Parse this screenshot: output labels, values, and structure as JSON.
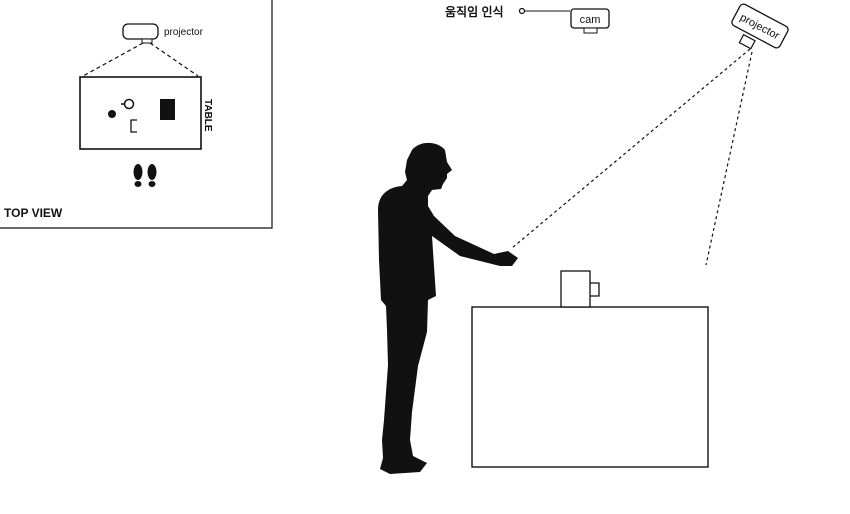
{
  "top_view": {
    "caption": "TOP VIEW",
    "projector_label": "projector",
    "table_label": "TABLE"
  },
  "side_view": {
    "motion_label": "움직임 인식",
    "cam_label": "cam",
    "projector_label": "projector"
  },
  "colors": {
    "ink": "#111111",
    "background": "#ffffff"
  }
}
